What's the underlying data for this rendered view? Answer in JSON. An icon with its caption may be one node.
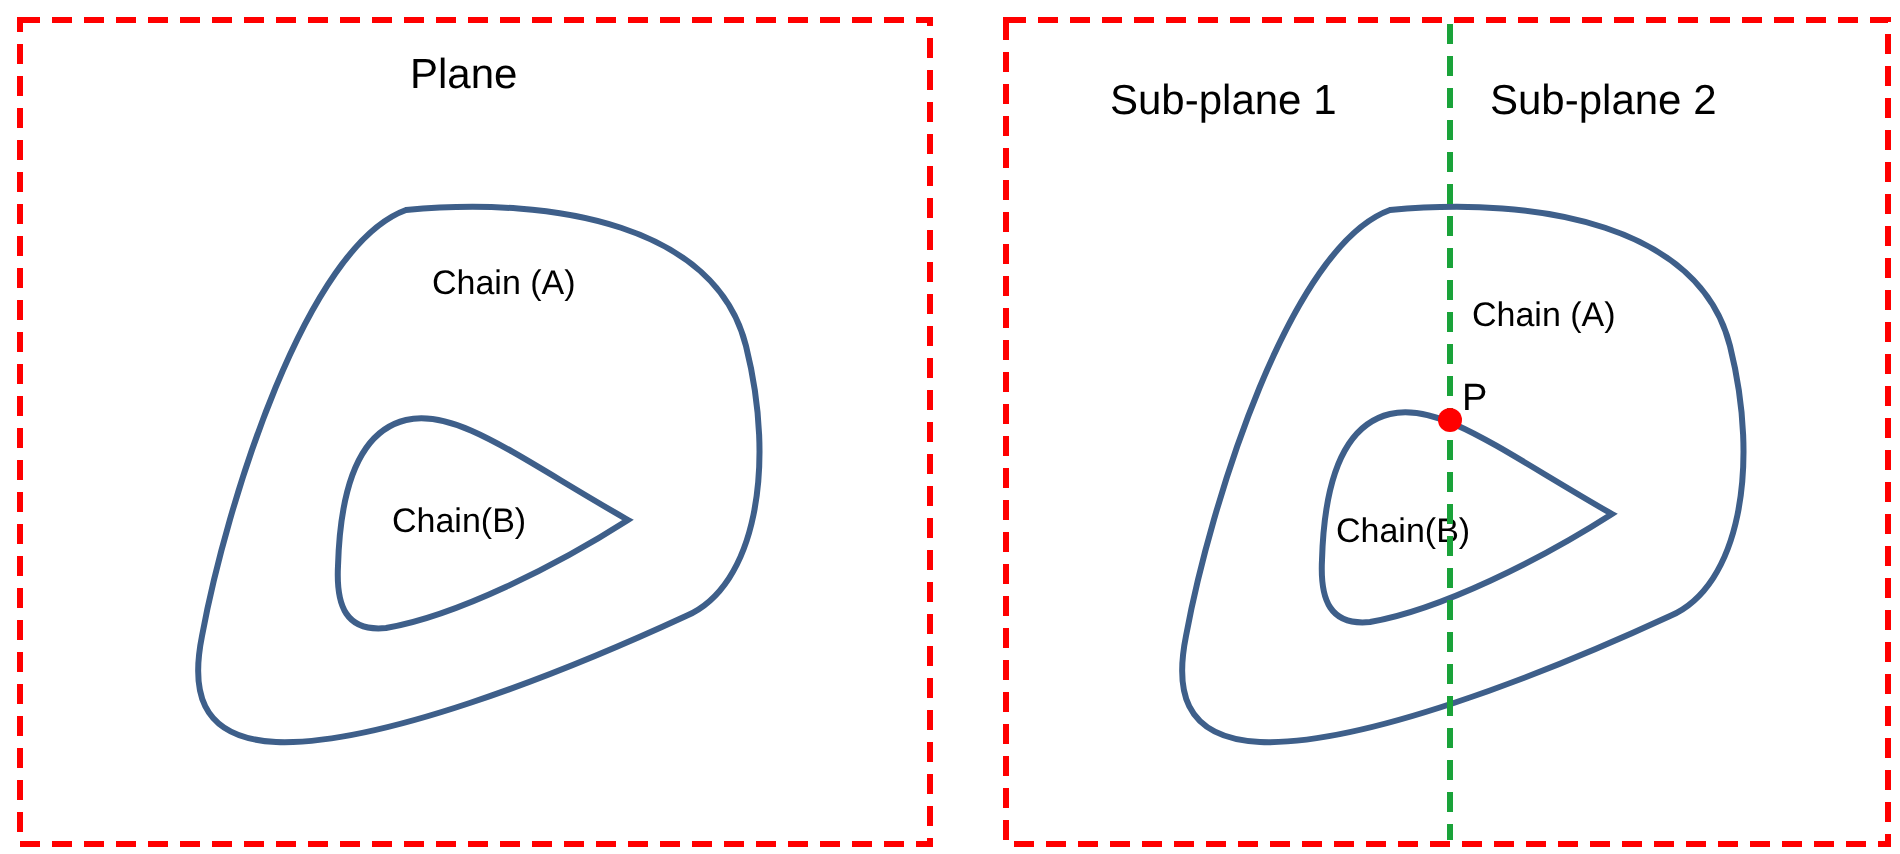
{
  "diagram": {
    "nodes": [
      {
        "text": [
          "Plane"
        ]
      },
      {
        "text": [
          "Chain (A)"
        ],
        "in": 0
      },
      {
        "text": [
          "Chain(B)"
        ],
        "in": 1
      },
      {
        "text": [],
        "shape": "box"
      },
      {
        "text": [
          "Chain (A)"
        ],
        "in": 3
      },
      {
        "text": [
          "Chain(B)"
        ],
        "in": 4
      }
    ],
    "labels": [
      "Sub-plane 1",
      "Sub-plane 2",
      "P"
    ]
  }
}
